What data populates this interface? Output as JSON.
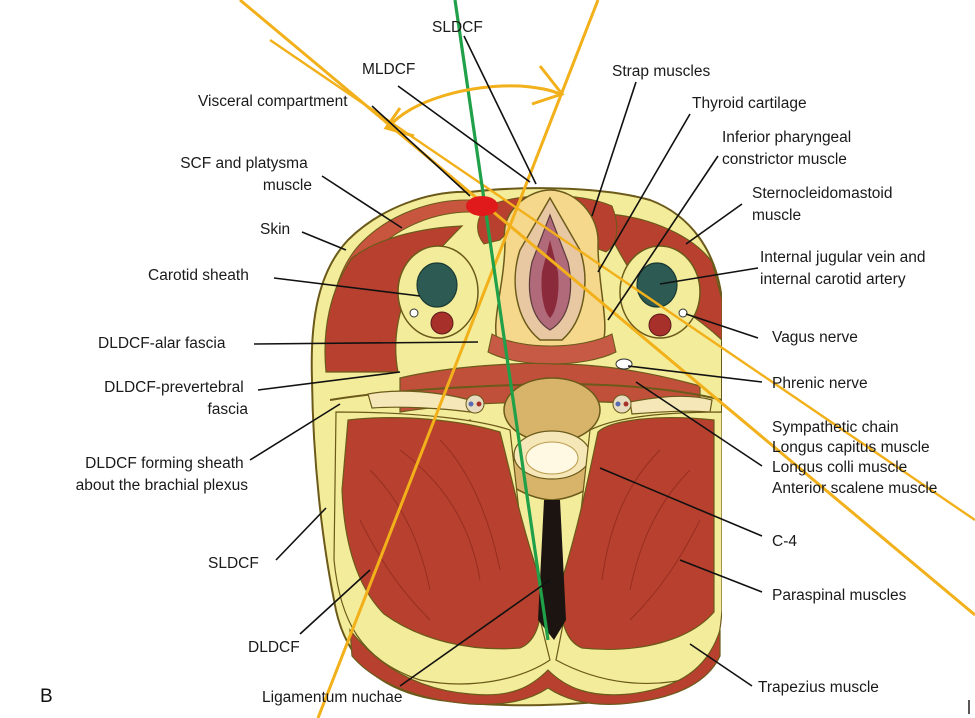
{
  "figure": {
    "panel_letter": "B",
    "colors": {
      "muscle": "#b8402e",
      "muscle_dark": "#8e2a1f",
      "fascia_yellow": "#f3ec9a",
      "fascia_line": "#6b5a1a",
      "bone": "#d8b46a",
      "bone_light": "#f5e7b8",
      "vessel_dark": "#2d5a52",
      "vessel_red": "#a7302a",
      "cut_line_orange": "#f2b01a",
      "cut_line_green": "#20a048",
      "marker_red": "#e01a1a",
      "label_text": "#1a1a1a"
    },
    "labels": {
      "sldcf_top": "SLDCF",
      "mldcf": "MLDCF",
      "visceral": "Visceral compartment",
      "scf": [
        "SCF and platysma",
        "muscle"
      ],
      "skin": "Skin",
      "carotid": "Carotid sheath",
      "alar": "DLDCF-alar fascia",
      "prevertebral": [
        "DLDCF-prevertebral",
        "fascia"
      ],
      "brachial": [
        "DLDCF forming sheath",
        "about the brachial plexus"
      ],
      "sldcf_bottom": "SLDCF",
      "dldcf": "DLDCF",
      "lig_nuchae": "Ligamentum nuchae",
      "strap": "Strap muscles",
      "thyroid": "Thyroid cartilage",
      "pharyngeal": [
        "Inferior pharyngeal",
        "constrictor muscle"
      ],
      "scm": [
        "Sternocleidomastoid",
        "muscle"
      ],
      "ijv": [
        "Internal jugular vein and",
        "internal carotid artery"
      ],
      "vagus": "Vagus nerve",
      "phrenic": "Phrenic nerve",
      "sympathetic": [
        "Sympathetic chain",
        "Longus capitus muscle",
        "Longus colli muscle",
        "Anterior scalene muscle"
      ],
      "c4": "C-4",
      "paraspinal": "Paraspinal muscles",
      "trapezius": "Trapezius muscle"
    }
  }
}
